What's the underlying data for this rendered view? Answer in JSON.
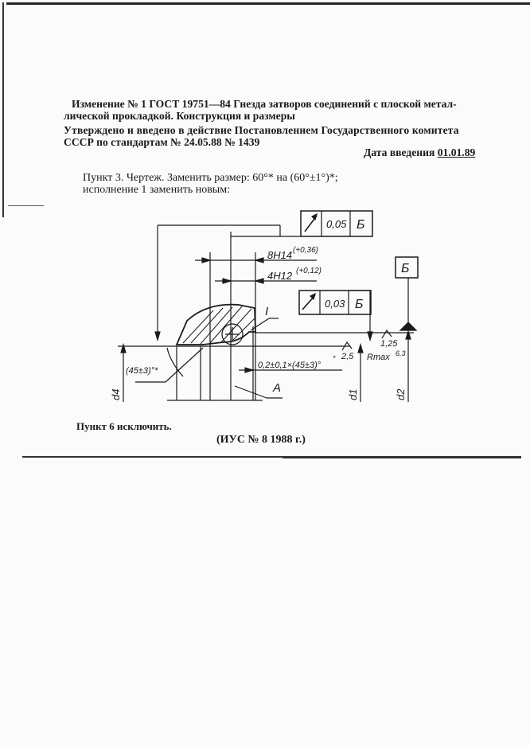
{
  "header": {
    "title_line1": "Изменение № 1 ГОСТ 19751—84 Гнезда затворов соединений с плоской метал-",
    "title_line2": "лической прокладкой. Конструкция и размеры",
    "approved_line1": "Утверждено и введено в действие Постановлением Государственного комитета",
    "approved_line2": "СССР по стандартам № 24.05.88 № 1439",
    "date_label": "Дата введения",
    "date_value": "01.01.89"
  },
  "body": {
    "item3_line1": "Пункт 3. Чертеж. Заменить размер: 60°* на (60°±1°)*;",
    "item3_line2": "исполнение 1 заменить новым:",
    "item6": "Пункт 6 исключить.",
    "source": "(ИУС № 8 1988 г.)"
  },
  "drawing": {
    "tolerance_frame_1": {
      "symbol": "runout-arrow",
      "value": "0,05",
      "datum": "Б"
    },
    "tolerance_frame_2": {
      "symbol": "runout-arrow",
      "value": "0,03",
      "datum": "Б"
    },
    "datum_box": "Б",
    "dim_8h14": "8H14",
    "dim_8h14_tol": "(+0,36)",
    "dim_4h12": "4H12",
    "dim_4h12_tol": "(+0,12)",
    "detail_label": "I",
    "chamfer": "0,2±0,1×(45±3)°",
    "chamfer_star": "*",
    "angle": "(45±3)°*",
    "roughness_1": "1,25",
    "roughness_2": "2,5",
    "roughness_rmax": "Rmax",
    "roughness_rmax_val": "6,3",
    "label_a": "A",
    "d1": "d1",
    "d2": "d2",
    "d4": "d4"
  }
}
